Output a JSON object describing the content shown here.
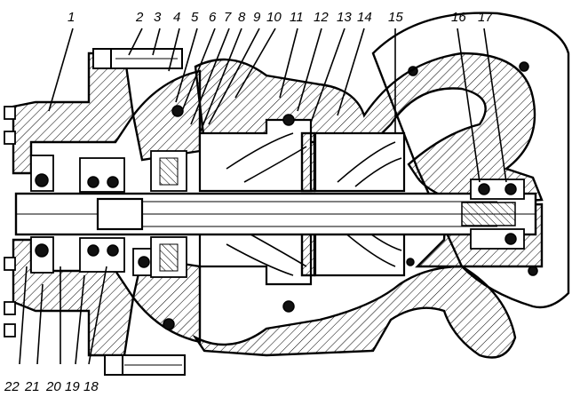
{
  "figure": {
    "callouts_top": [
      "1",
      "2",
      "3",
      "4",
      "5",
      "6",
      "7",
      "8",
      "9",
      "10",
      "11",
      "12",
      "13",
      "14",
      "15",
      "16",
      "17"
    ],
    "callouts_bottom": [
      "22",
      "21",
      "20",
      "19",
      "18"
    ]
  }
}
